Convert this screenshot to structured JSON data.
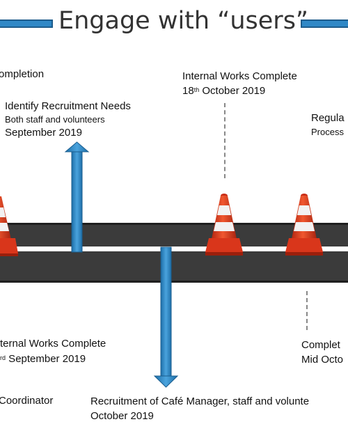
{
  "title": "Engage with “users”",
  "items": {
    "top_left_completion": "ompletion",
    "recruitment_needs": {
      "title": "Identify Recruitment Needs",
      "subtitle": "Both staff and volunteers",
      "date": "September 2019"
    },
    "internal_works_top": {
      "title": "Internal Works Complete",
      "date_day": "18",
      "date_suffix": "th",
      "date_rest": " October 2019"
    },
    "right_top": {
      "title": "Regula",
      "subtitle": "Process"
    },
    "internal_works_bottom": {
      "title": "ternal Works Complete",
      "date_suffix": "rd",
      "date_rest": " September 2019"
    },
    "right_bottom": {
      "title": "Complet",
      "date": "Mid Octo"
    },
    "coordinator": "Coordinator",
    "recruitment_cafe": {
      "title": "Recruitment of Café Manager, staff and volunte",
      "date": "October 2019"
    }
  },
  "colors": {
    "road": "#3b3b3b",
    "road_line": "#ffffff",
    "arrow": "#2f88c6",
    "cone": "#e03a1e"
  },
  "icons": [
    "traffic-cone-icon",
    "up-arrow",
    "down-arrow"
  ]
}
